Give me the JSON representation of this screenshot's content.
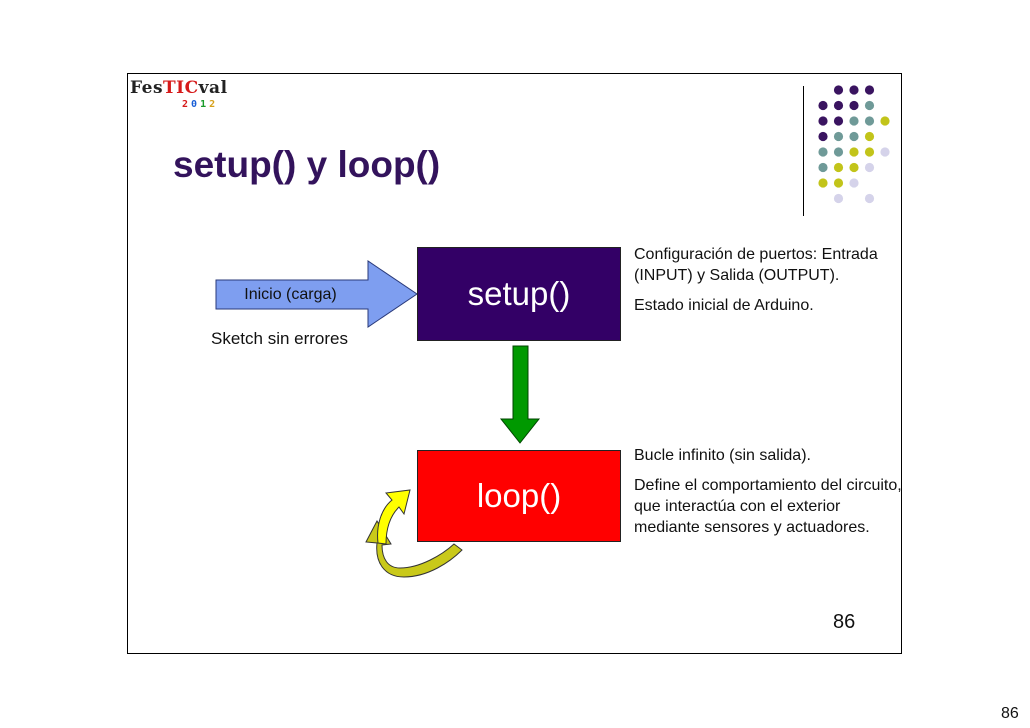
{
  "logo": {
    "prefix": "Fes",
    "highlight": "TIC",
    "suffix": "val",
    "year": [
      "2",
      "0",
      "1",
      "2"
    ]
  },
  "slide": {
    "title": "setup() y loop()",
    "start_arrow_label": "Inicio (carga)",
    "start_caption": "Sketch sin errores",
    "setup_box": "setup()",
    "loop_box": "loop()",
    "setup_desc": [
      "Configuración de puertos: Entrada (INPUT) y Salida (OUTPUT).",
      "Estado inicial de Arduino."
    ],
    "loop_desc": [
      "Bucle infinito (sin salida).",
      "Define el comportamiento del circuito, que interactúa con el exterior mediante sensores y actuadores."
    ],
    "page_number": "86"
  },
  "document": {
    "page_number": "86"
  },
  "colors": {
    "title": "#33135c",
    "setup_box": "#330066",
    "loop_box": "#ff0000",
    "start_arrow": "#7e9ef0",
    "down_arrow": "#009900",
    "loop_arrow": "#ffff00",
    "dot_purple": "#3a1460",
    "dot_teal": "#6f9a98",
    "dot_olive": "#c2c41a",
    "dot_lavender": "#d5d3ea"
  }
}
